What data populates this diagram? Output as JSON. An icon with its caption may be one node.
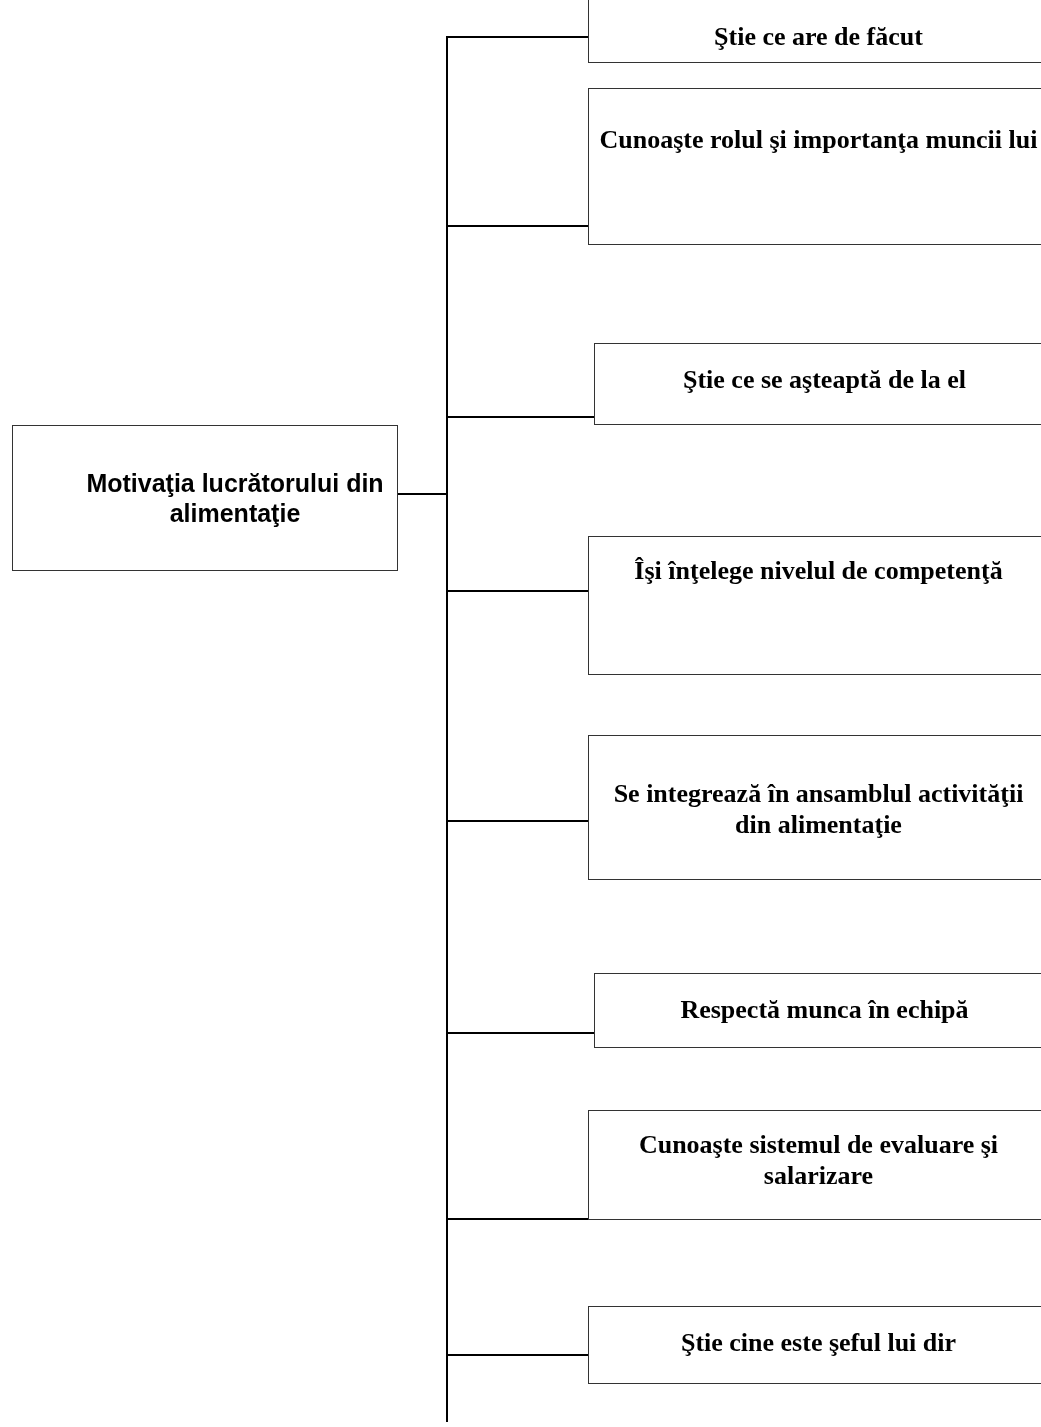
{
  "diagram": {
    "nodes": [
      {
        "text": [
          "Motivaţia lucrătorului din alimentaţie"
        ]
      },
      {
        "text": [
          "Ştie ce are de făcut"
        ]
      },
      {
        "text": [
          "Cunoaşte rolul şi importanţa muncii lui"
        ]
      },
      {
        "text": [
          "Ştie ce se aşteaptă de la el"
        ]
      },
      {
        "text": [
          "Îşi înţelege nivelul de competenţă"
        ]
      },
      {
        "text": [
          "Se integrează în ansamblul activităţii din alimentaţie"
        ]
      },
      {
        "text": [
          "Respectă munca în echipă"
        ]
      },
      {
        "text": [
          "Cunoaşte sistemul de evaluare şi salarizare"
        ]
      },
      {
        "text": [
          "Ştie cine este şeful lui dir"
        ]
      }
    ],
    "edges": [
      {
        "from": 0,
        "to": 1,
        "arrow": "none"
      },
      {
        "from": 0,
        "to": 2,
        "arrow": "none"
      },
      {
        "from": 0,
        "to": 3,
        "arrow": "none"
      },
      {
        "from": 0,
        "to": 4,
        "arrow": "none"
      },
      {
        "from": 0,
        "to": 5,
        "arrow": "none"
      },
      {
        "from": 0,
        "to": 6,
        "arrow": "none"
      },
      {
        "from": 0,
        "to": 7,
        "arrow": "none"
      },
      {
        "from": 0,
        "to": 8,
        "arrow": "none"
      }
    ]
  }
}
